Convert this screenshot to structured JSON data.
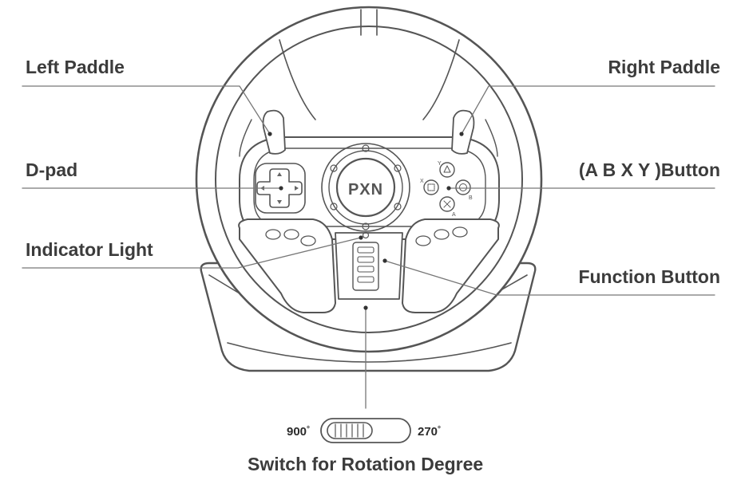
{
  "labels": {
    "left_paddle": "Left Paddle",
    "right_paddle": "Right Paddle",
    "dpad": "D-pad",
    "abxy": "(A B X Y )Button",
    "indicator": "Indicator Light",
    "function_button": "Function Button",
    "rotation_switch": "Switch for Rotation Degree"
  },
  "switch": {
    "left_degree": "900",
    "right_degree": "270",
    "degree_symbol": "°"
  },
  "face_buttons": {
    "y": "Y",
    "x": "X",
    "b": "B",
    "a": "A"
  },
  "logo": {
    "text": "PXN"
  },
  "colors": {
    "outline": "#555555",
    "leader": "#777777",
    "text": "#3c3c3c"
  }
}
